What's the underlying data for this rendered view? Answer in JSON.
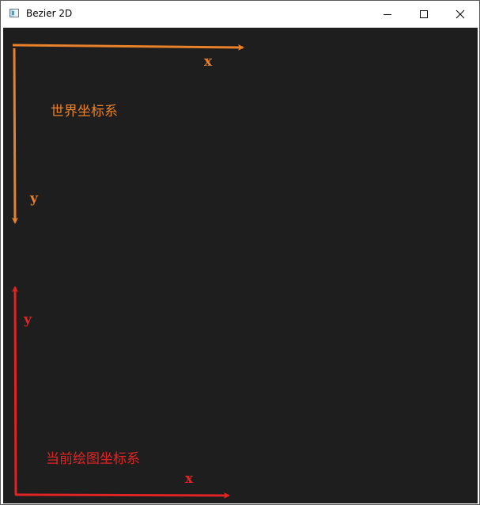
{
  "window": {
    "title": "Bezier 2D",
    "controls": {
      "minimize_icon": "minimize-icon",
      "maximize_icon": "maximize-icon",
      "close_icon": "close-icon"
    }
  },
  "canvas": {
    "background": "#1e1e1e",
    "world_axes": {
      "color": "#e8812a",
      "x_label": "x",
      "y_label": "y",
      "name": "世界坐标系"
    },
    "drawing_axes": {
      "color": "#e02424",
      "x_label": "x",
      "y_label": "y",
      "name": "当前绘图坐标系"
    }
  }
}
